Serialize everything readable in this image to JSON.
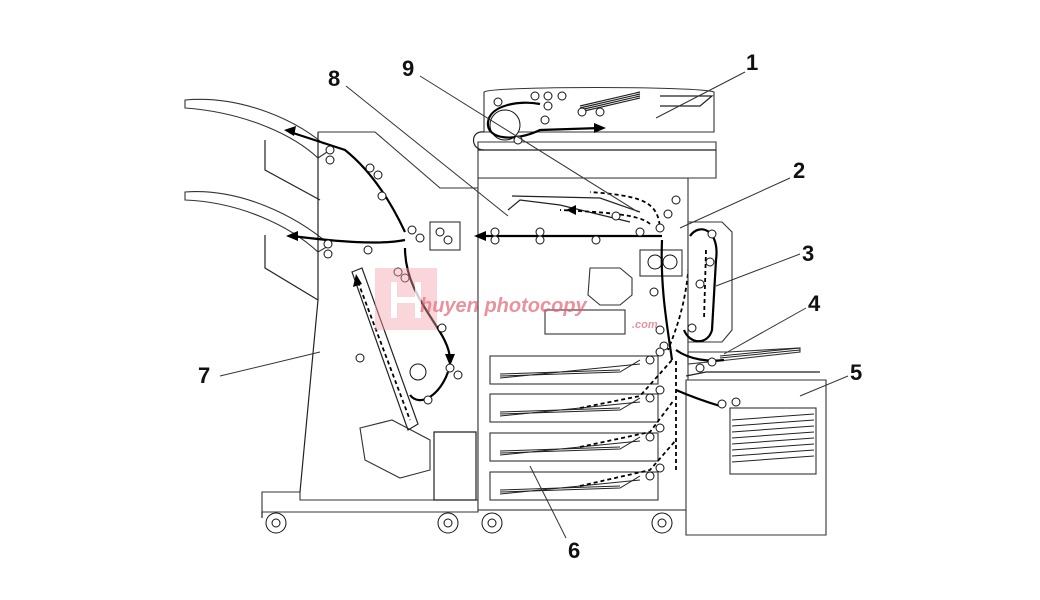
{
  "diagram": {
    "callouts": [
      {
        "id": "1",
        "label": "1"
      },
      {
        "id": "2",
        "label": "2"
      },
      {
        "id": "3",
        "label": "3"
      },
      {
        "id": "4",
        "label": "4"
      },
      {
        "id": "5",
        "label": "5"
      },
      {
        "id": "6",
        "label": "6"
      },
      {
        "id": "7",
        "label": "7"
      },
      {
        "id": "8",
        "label": "8"
      },
      {
        "id": "9",
        "label": "9"
      }
    ]
  },
  "watermark": {
    "text": "huyen photocopy",
    "subtext": ".com",
    "color": "#e06070"
  }
}
